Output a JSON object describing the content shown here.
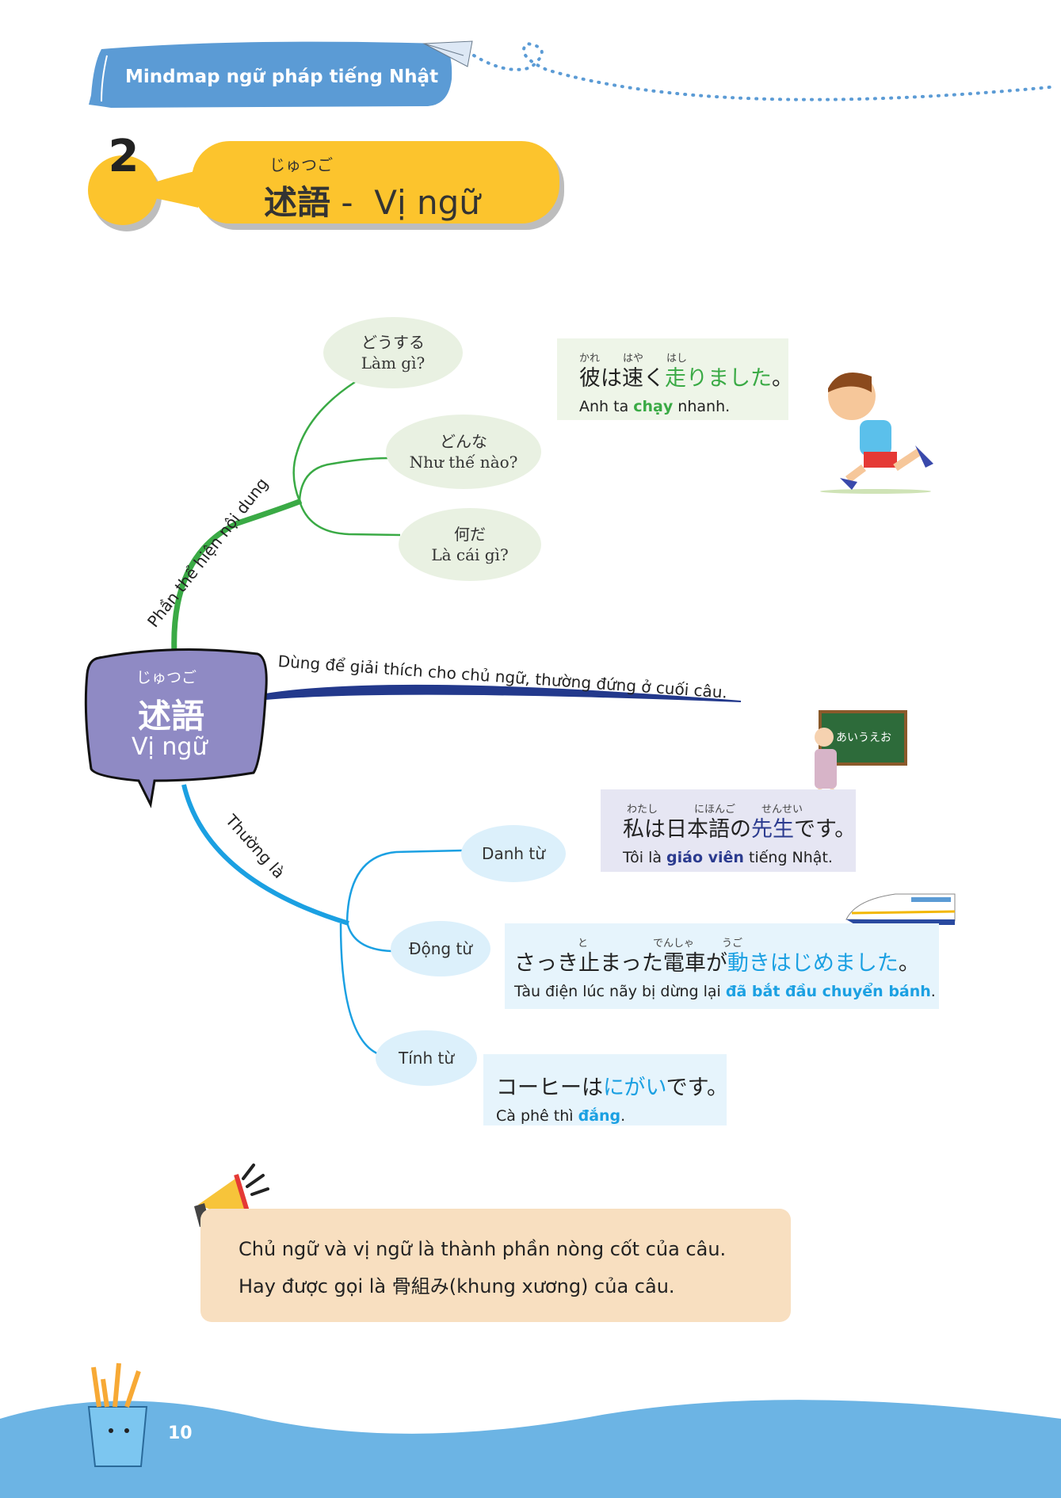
{
  "header": {
    "banner_title": "Mindmap ngữ pháp tiếng Nhật"
  },
  "section": {
    "number": "2",
    "furigana": "じゅつご",
    "kanji": "述語",
    "separator": "-",
    "title_vi": "Vị ngữ"
  },
  "center_node": {
    "furigana": "じゅつご",
    "kanji": "述語",
    "label": "Vị ngữ"
  },
  "branches": {
    "content": {
      "label": "Phần thể hiện nội dung",
      "color": "#3aaa45",
      "items": [
        {
          "jp": "どうする",
          "vi": "Làm gì?"
        },
        {
          "jp": "どんな",
          "vi": "Như thế nào?"
        },
        {
          "jp": "何だ",
          "vi": "Là cái gì?"
        }
      ]
    },
    "usage": {
      "label": "Dùng để giải thích cho chủ ngữ, thường đứng ở cuối câu.",
      "color": "#23398c"
    },
    "usually": {
      "label": "Thường là",
      "color": "#1ba0e2",
      "items": [
        {
          "label": "Danh từ"
        },
        {
          "label": "Động từ"
        },
        {
          "label": "Tính từ"
        }
      ]
    }
  },
  "examples": [
    {
      "furigana": [
        "かれ",
        "はや",
        "はし"
      ],
      "jp_pre": "彼は速く",
      "jp_hl": "走りました",
      "jp_post": "。",
      "vi_pre": "Anh ta ",
      "vi_hl": "chạy",
      "vi_post": " nhanh.",
      "accent": "#3aaa45"
    },
    {
      "furigana": [
        "わたし",
        "にほんご",
        "せんせい"
      ],
      "jp_pre": "私は日本語の",
      "jp_hl": "先生",
      "jp_post": "です。",
      "vi_pre": "Tôi là ",
      "vi_hl": "giáo viên",
      "vi_post": " tiếng Nhật.",
      "accent": "#2b3b8f"
    },
    {
      "furigana": [
        "と",
        "でんしゃ",
        "うご"
      ],
      "jp_pre": "さっき止まった電車が",
      "jp_hl": "動きはじめました",
      "jp_post": "。",
      "vi_pre": "Tàu điện lúc nãy bị dừng lại ",
      "vi_hl": "đã bắt đầu chuyển bánh",
      "vi_post": ".",
      "accent": "#1ba0e2"
    },
    {
      "jp_pre": "コーヒーは",
      "jp_hl": "にがい",
      "jp_post": "です。",
      "vi_pre": "Cà phê thì ",
      "vi_hl": "đắng",
      "vi_post": ".",
      "accent": "#1ba0e2"
    }
  ],
  "note": {
    "line1": "Chủ ngữ và vị ngữ là thành phần nòng cốt của câu.",
    "line2": "Hay được gọi là 骨組み(khung xương) của câu."
  },
  "footer": {
    "page_number": "10"
  }
}
